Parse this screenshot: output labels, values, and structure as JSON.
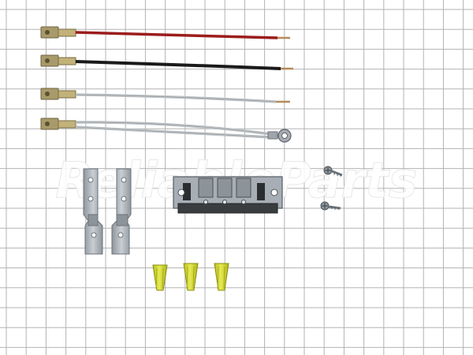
{
  "photo": {
    "watermark_text": "ReliableParts",
    "colors": {
      "grid": "#b3b3b3",
      "background": "#ffffff",
      "wire_red": "#9c1c1c",
      "wire_black": "#1a1a1a",
      "wire_gray": "#bfc3c6",
      "terminal_brass": "#a89a6a",
      "bracket_steel": "#a7aeb5",
      "wire_nut_yellow": "#d8dd2a"
    },
    "parts": {
      "terminal_wires": 4,
      "mounting_brackets": 2,
      "terminal_block": 1,
      "screws": 2,
      "wire_nuts": 3
    }
  }
}
